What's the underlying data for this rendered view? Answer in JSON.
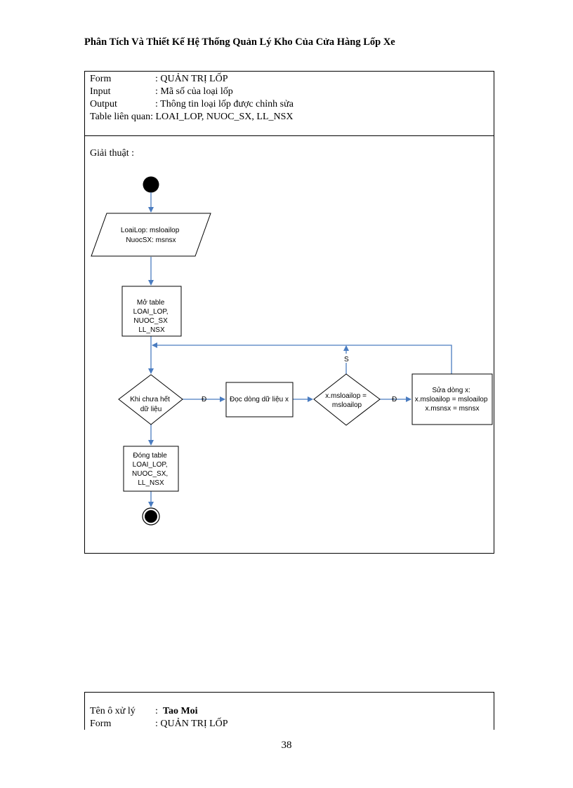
{
  "header": {
    "title": "Phân Tích Và Thiết Kế Hệ Thống Quản Lý Kho Của Cửa Hàng Lốp Xe"
  },
  "spec": {
    "rows": [
      {
        "key": "Form",
        "value": ": QUẢN TRỊ LỐP"
      },
      {
        "key": "Input",
        "value": ": Mã số của loại lốp"
      },
      {
        "key": "Output",
        "value": ": Thông tin loại lốp được chỉnh sửa"
      },
      {
        "key": "Table liên quan",
        "value": ": LOAI_LOP, NUOC_SX, LL_NSX"
      }
    ],
    "algorithm_label": "Giải thuật :"
  },
  "flowchart": {
    "input_lines": [
      "LoaiLop: msloailop",
      "NuocSX: msnsx"
    ],
    "open_lines": [
      "Mở table",
      "LOAI_LOP,",
      "NUOC_SX",
      "LL_NSX"
    ],
    "loop_lines": [
      "Khi chưa hết",
      "dữ liệu"
    ],
    "read_label": "Đọc dòng dữ liệu x",
    "check_lines": [
      "x.msloailop =",
      "msloailop"
    ],
    "update_lines": [
      "Sửa dòng x:",
      "x.msloailop = msloailop",
      "x.msnsx = msnsx"
    ],
    "close_lines": [
      "Đóng table",
      "LOAI_LOP,",
      "NUOC_SX,",
      "LL_NSX"
    ],
    "yes_label": "Đ",
    "no_label": "S",
    "line_color": "#4a7cc0"
  },
  "bottom_spec": {
    "rows": [
      {
        "key": "Tên ô xử lý",
        "value": "Tao Moi"
      },
      {
        "key": "Form",
        "value": ": QUẢN TRỊ LỐP"
      }
    ]
  },
  "page_number": "38"
}
